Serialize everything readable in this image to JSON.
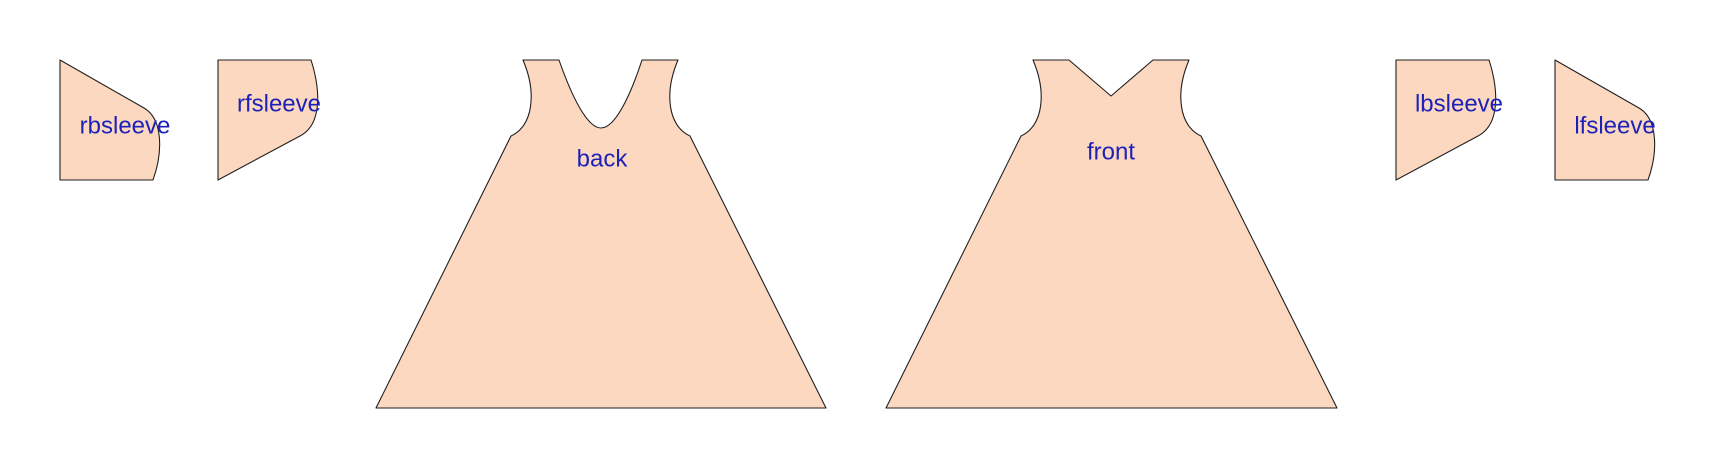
{
  "colors": {
    "piece_fill": "#fdd8c0",
    "outline": "#1f1f1f",
    "label": "#1c22b8",
    "background": "#ffffff"
  },
  "pieces": {
    "rbsleeve": {
      "label": "rbsleeve"
    },
    "rfsleeve": {
      "label": "rfsleeve"
    },
    "back": {
      "label": "back"
    },
    "front": {
      "label": "front"
    },
    "lbsleeve": {
      "label": "lbsleeve"
    },
    "lfsleeve": {
      "label": "lfsleeve"
    }
  }
}
